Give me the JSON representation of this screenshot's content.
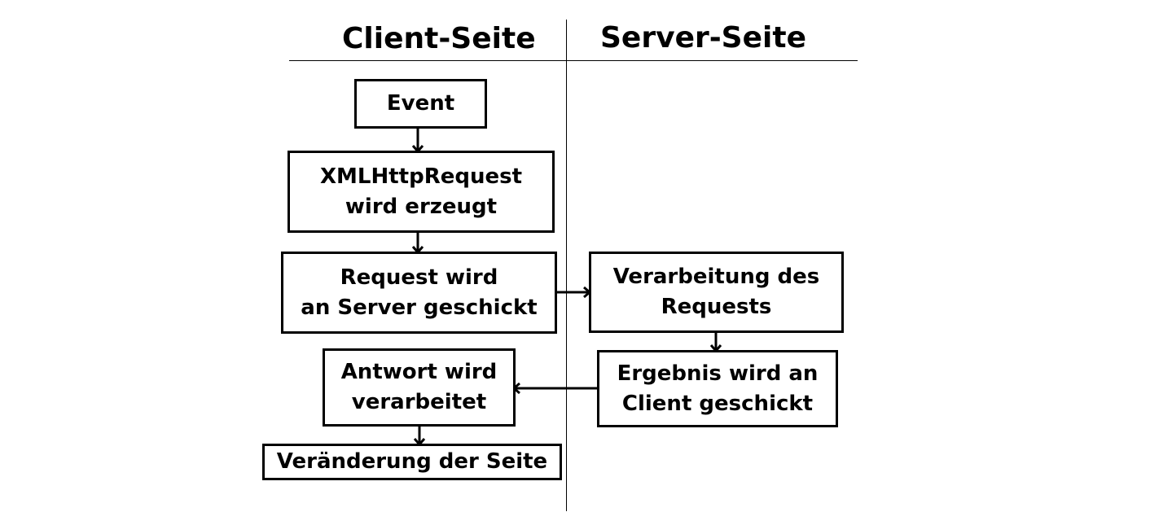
{
  "headers": {
    "client": "Client-Seite",
    "server": "Server-Seite"
  },
  "steps": {
    "event": [
      "Event"
    ],
    "xhr": [
      "XMLHttpRequest",
      "wird erzeugt"
    ],
    "request": [
      "Request wird",
      "an Server geschickt"
    ],
    "processing": [
      "Verarbeitung des",
      "Requests"
    ],
    "result": [
      "Ergebnis wird an",
      "Client geschickt"
    ],
    "response": [
      "Antwort wird",
      "verarbeitet"
    ],
    "change": [
      "Veränderung der Seite"
    ]
  },
  "flow": [
    {
      "from": "event",
      "to": "xhr"
    },
    {
      "from": "xhr",
      "to": "request"
    },
    {
      "from": "request",
      "to": "processing"
    },
    {
      "from": "processing",
      "to": "result"
    },
    {
      "from": "result",
      "to": "response"
    },
    {
      "from": "response",
      "to": "change"
    }
  ]
}
